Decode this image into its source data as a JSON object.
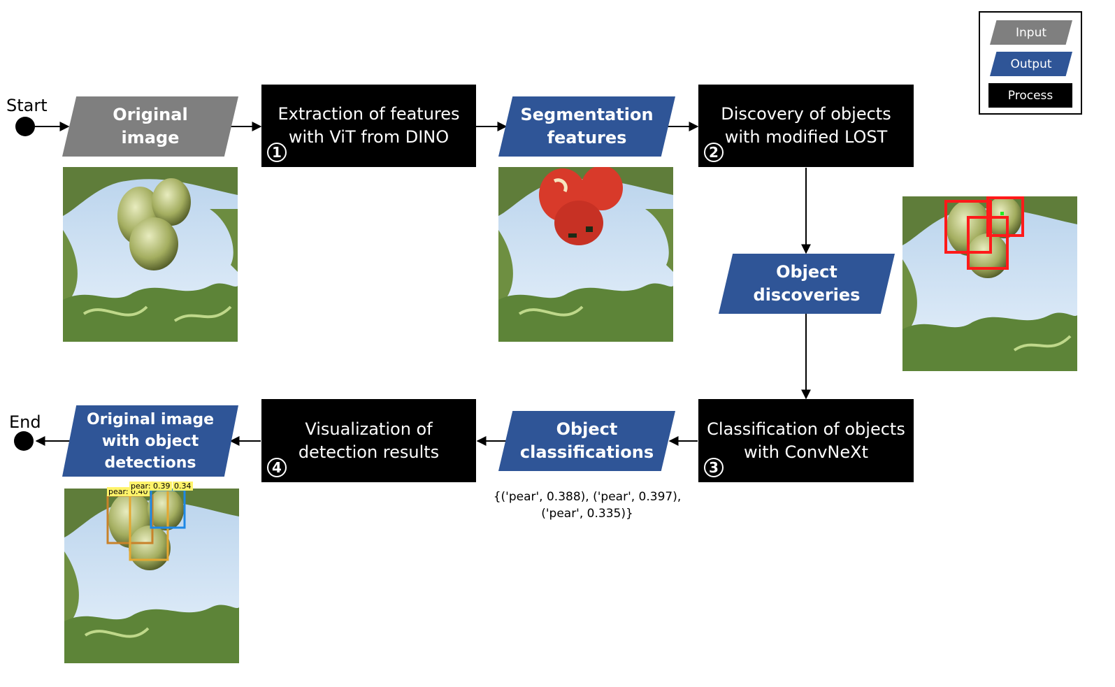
{
  "terminals": {
    "start": "Start",
    "end": "End"
  },
  "nodes": {
    "original_image": "Original\nimage",
    "extraction": "Extraction of features\nwith ViT from DINO",
    "segmentation_features": "Segmentation\nfeatures",
    "discovery": "Discovery of objects\nwith modified LOST",
    "object_discoveries": "Object\ndiscoveries",
    "classification": "Classification of objects\nwith ConvNeXt",
    "object_classifications": "Object\nclassifications",
    "visualization": "Visualization of\ndetection results",
    "output_image": "Original image\nwith object\ndetections"
  },
  "step_numbers": {
    "s1": "1",
    "s2": "2",
    "s3": "3",
    "s4": "4"
  },
  "classification_result": "{('pear', 0.388), ('pear', 0.397),\n('pear', 0.335)}",
  "detection_labels": {
    "a": "pear: 0.40",
    "b": "pear: 0.39",
    "c": "0.34"
  },
  "legend": {
    "input": "Input",
    "output": "Output",
    "process": "Process"
  },
  "colors": {
    "input": "#7f7f7f",
    "output": "#2f5597",
    "process": "#000000"
  },
  "icons": [
    "start-terminal-icon",
    "end-terminal-icon",
    "pear-photo-icon"
  ]
}
